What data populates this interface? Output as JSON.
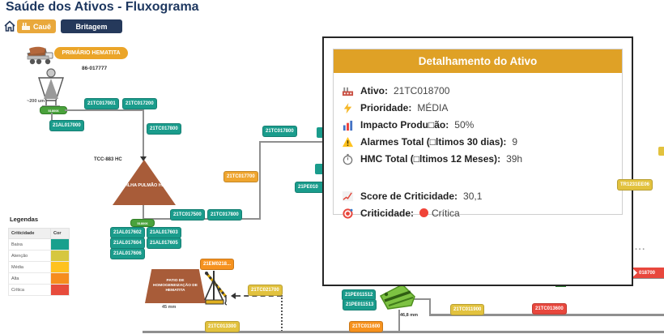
{
  "header": {
    "title": "Saúde dos Ativos - Fluxograma",
    "buttons": [
      {
        "label": "Cauê"
      },
      {
        "label": "Britagem"
      }
    ]
  },
  "popup": {
    "title": "Detalhamento do Ativo",
    "rows": [
      {
        "icon": "factory-icon",
        "label": "Ativo",
        "value": "21TC018700"
      },
      {
        "icon": "lightning-icon",
        "label": "Prioridade",
        "value": "MÉDIA"
      },
      {
        "icon": "bar-chart-icon",
        "label": "Impacto Produ□ão",
        "value": "50%"
      },
      {
        "icon": "warning-icon",
        "label": "Alarmes Total (□ltimos 30 dias)",
        "value": "9"
      },
      {
        "icon": "stopwatch-icon",
        "label": "HMC Total (□ltimos 12 Meses)",
        "value": "39h"
      },
      {
        "icon": "trend-icon",
        "label": "Score de Criticidade",
        "value": "30,1"
      },
      {
        "icon": "target-icon",
        "label": "Criticidade",
        "value": "Crítica",
        "dot_color": "#F04438"
      }
    ]
  },
  "legend": {
    "title": "Legendas",
    "col_criticality": "Criticidade",
    "col_color": "Cor",
    "rows": [
      {
        "label": "Baixa",
        "color": "#18A08D"
      },
      {
        "label": "Atenção",
        "color": "#D6C73F"
      },
      {
        "label": "Média",
        "color": "#FFC21E"
      },
      {
        "label": "Alta",
        "color": "#F68D1E"
      },
      {
        "label": "Crítica",
        "color": "#E74C3C"
      }
    ]
  },
  "flow": {
    "primary_area_label": "PRIMÁRIO HEMATITA",
    "hopper_code": "86-017777",
    "hopper_gran": "~200 um",
    "feeder1_label": "518006",
    "feeder2_label": "518006",
    "stock_code": "TCC-883 HC",
    "pile_label": "PILHA PULMÃO HE",
    "yard_label": "PATIO DE HOMOGENEIZAÇÃO DE HEMATITA",
    "yard_gran": "45 mm",
    "sizer_gran": "46,8 mm",
    "more_dots": "...",
    "tags": [
      {
        "label": "21TC017001",
        "color": "teal"
      },
      {
        "label": "21TC017200",
        "color": "teal"
      },
      {
        "label": "21AL017000",
        "color": "teal"
      },
      {
        "label": "21TC017800",
        "color": "teal"
      },
      {
        "label": "21TC017800",
        "color": "teal"
      },
      {
        "label": "21TC017700",
        "color": "amber"
      },
      {
        "label": "21PE010",
        "color": "teal"
      },
      {
        "label": "21TC017500",
        "color": "teal"
      },
      {
        "label": "21TC017800",
        "color": "teal"
      },
      {
        "label": "21AL017602",
        "color": "teal"
      },
      {
        "label": "21AL017603",
        "color": "teal"
      },
      {
        "label": "21AL017604",
        "color": "teal"
      },
      {
        "label": "21AL017605",
        "color": "teal"
      },
      {
        "label": "21AL017606",
        "color": "teal"
      },
      {
        "label": "21EM0218...",
        "color": "orange"
      },
      {
        "label": "21TC021700",
        "color": "yellow"
      },
      {
        "label": "21TC013300",
        "color": "yellow"
      },
      {
        "label": "21PE011512",
        "color": "teal"
      },
      {
        "label": "21PE011513",
        "color": "teal"
      },
      {
        "label": "21TC011900",
        "color": "yellow"
      },
      {
        "label": "21TC013600",
        "color": "red"
      },
      {
        "label": "21TC011600",
        "color": "orange"
      },
      {
        "label": "TR1231EE06",
        "color": "yellow"
      },
      {
        "label": "018700",
        "color": "red"
      }
    ]
  },
  "colors": {
    "accent": "#DFA126",
    "navy": "#25395B",
    "teal": "#1A9C8C",
    "yellow": "#E2C23E",
    "amber": "#EFA52F",
    "orange": "#F6921E",
    "red": "#E8473D"
  }
}
